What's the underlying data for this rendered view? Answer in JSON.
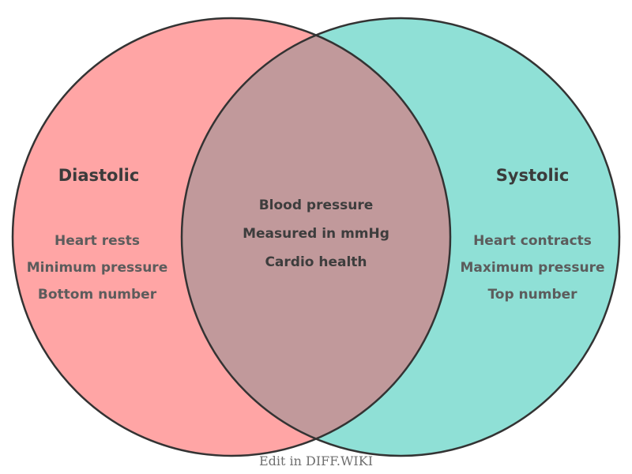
{
  "venn": {
    "type": "venn-2-set",
    "left": {
      "title": "Diastolic",
      "items": [
        "Heart rests",
        "Minimum pressure",
        "Bottom number"
      ],
      "fill_color": "#ffa5a5"
    },
    "right": {
      "title": "Systolic",
      "items": [
        "Heart contracts",
        "Maximum pressure",
        "Top number"
      ],
      "fill_color": "#8fe0d6"
    },
    "overlap": {
      "items": [
        "Blood pressure",
        "Measured in mmHg",
        "Cardio health"
      ],
      "fill_color": "#c1999b"
    },
    "stroke_color": "#333333",
    "footer": "Edit in DIFF.WIKI"
  }
}
